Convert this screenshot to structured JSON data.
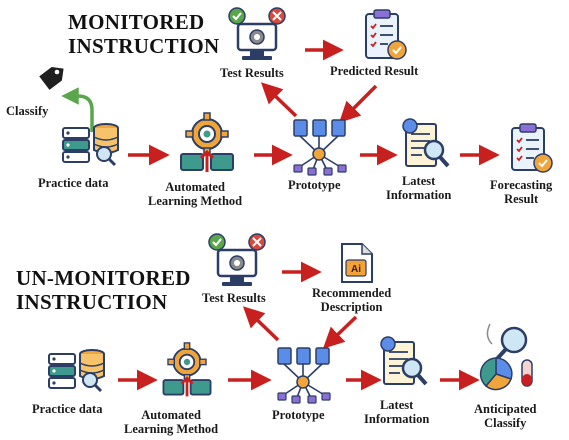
{
  "sections": {
    "monitored": {
      "title_line1": "MONITORED",
      "title_line2": "INSTRUCTION",
      "classify_label": "Classify",
      "practice_data": "Practice data",
      "automated_line1": "Automated",
      "automated_line2": "Learning Method",
      "prototype": "Prototype",
      "test_results": "Test Results",
      "predicted_result": "Predicted Result",
      "latest_line1": "Latest",
      "latest_line2": "Information",
      "forecasting_line1": "Forecasting",
      "forecasting_line2": "Result"
    },
    "unmonitored": {
      "title_line1": "UN-MONITORED",
      "title_line2": "INSTRUCTION",
      "test_results": "Test Results",
      "recommended_line1": "Recommended",
      "recommended_line2": "Description",
      "practice_data": "Practice data",
      "automated_line1": "Automated",
      "automated_line2": "Learning Method",
      "prototype": "Prototype",
      "latest_line1": "Latest",
      "latest_line2": "Information",
      "anticipated_line1": "Anticipated",
      "anticipated_line2": "Classify",
      "ai_badge": "Ai"
    }
  },
  "colors": {
    "arrow": "#c8201e",
    "green_arrow": "#5aa64b",
    "teal": "#3d9a8c",
    "orange": "#f0a53a",
    "navy": "#2c3e66",
    "purple": "#8b6fd6"
  }
}
